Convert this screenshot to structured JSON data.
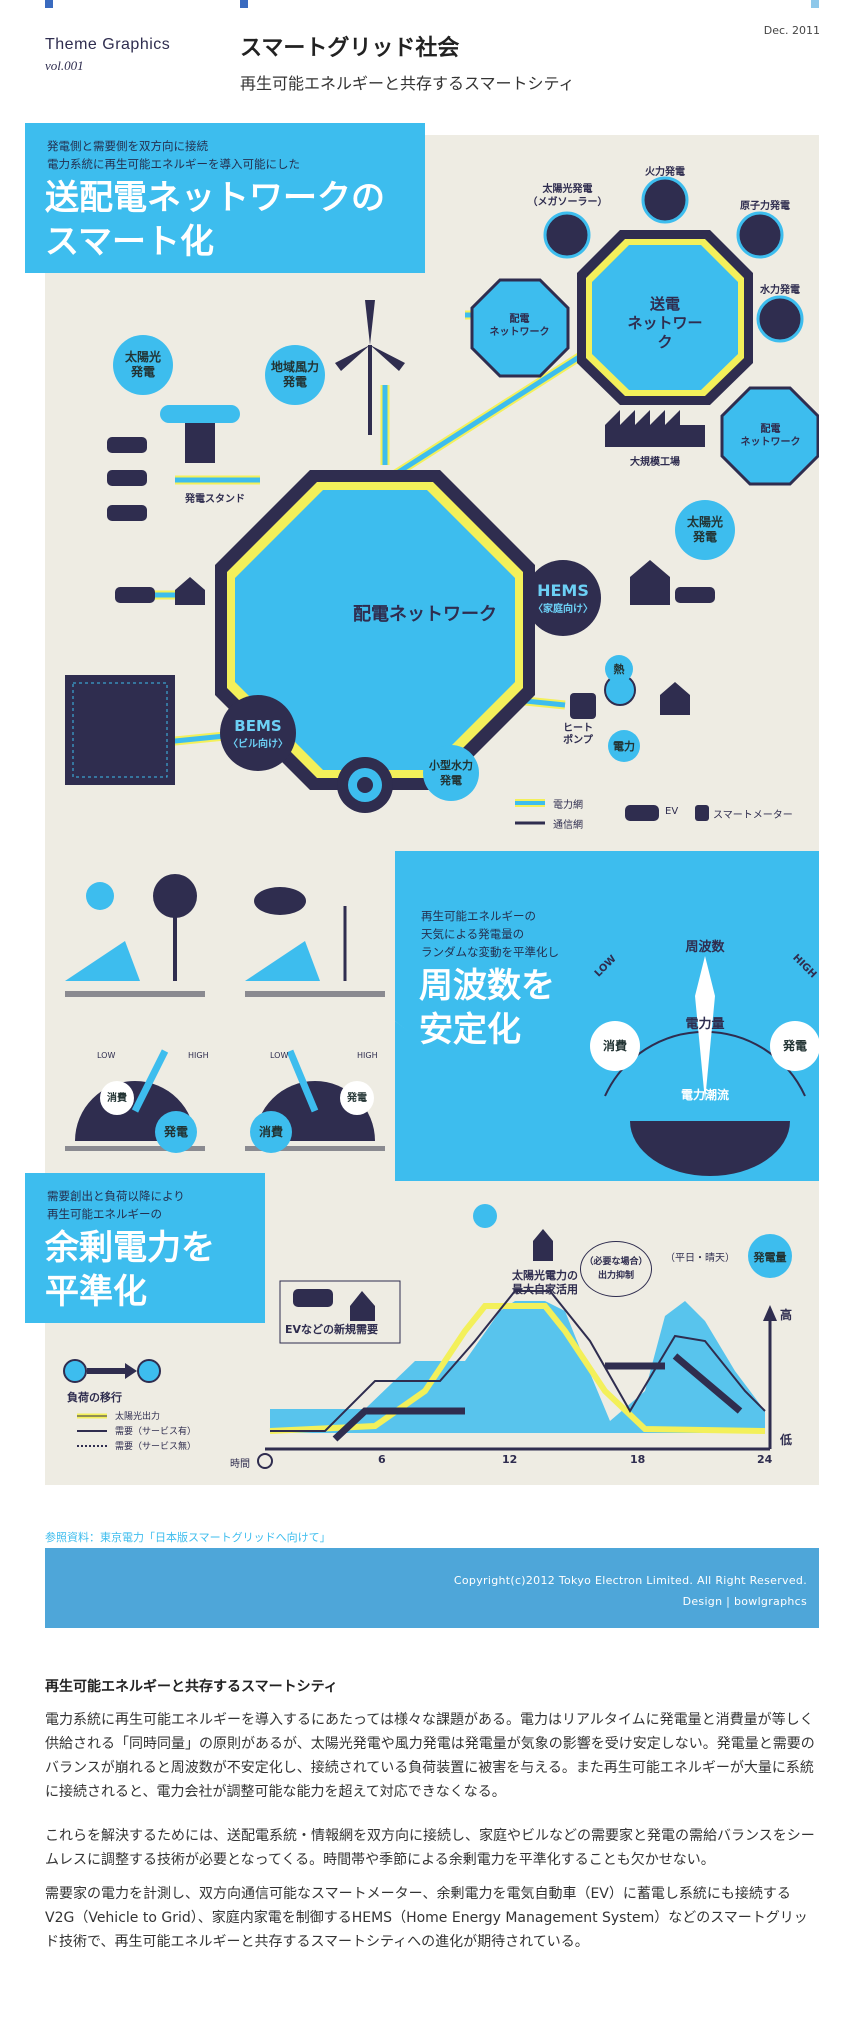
{
  "header": {
    "brand_title": "Theme Graphics",
    "brand_vol": "vol.001",
    "title": "スマートグリッド社会",
    "subtitle": "再生可能エネルギーと共存するスマートシティ",
    "date": "Dec. 2011"
  },
  "section1": {
    "intro_line1": "発電側と需要側を双方向に接続",
    "intro_line2": "電力系統に再生可能エネルギーを導入可能にした",
    "headline_line1": "送配電ネットワークの",
    "headline_line2": "スマート化",
    "transmission_net": "送電\nネットワーク",
    "distribution_net": "配電ネットワーク",
    "small_dist_net": "配電\nネットワーク",
    "solar_mega": "太陽光発電\n（メガソーラー）",
    "thermal": "火力発電",
    "nuclear": "原子力発電",
    "hydro": "水力発電",
    "factory": "大規模工場",
    "solar": "太陽光\n発電",
    "wind": "地域風力\n発電",
    "charging_station": "発電スタンド",
    "hems_title": "HEMS",
    "hems_sub": "〈家庭向け〉",
    "bems_title": "BEMS",
    "bems_sub": "〈ビル向け〉",
    "heat": "熱",
    "heat_pump": "ヒート\nポンプ",
    "power": "電力",
    "small_hydro": "小型水力\n発電",
    "legend_grid": "電力網",
    "legend_comm": "通信網",
    "legend_ev": "EV",
    "legend_meter": "スマートメーター"
  },
  "section2": {
    "intro_line1": "再生可能エネルギーの",
    "intro_line2": "天気による発電量の",
    "intro_line3": "ランダムな変動を平準化し",
    "headline_line1": "周波数を",
    "headline_line2": "安定化",
    "gauge_low": "LOW",
    "gauge_high": "HIGH",
    "frequency": "周波数",
    "power_amount": "電力量",
    "consume": "消費",
    "generate": "発電",
    "power_flow": "電力潮流"
  },
  "section3": {
    "intro_line1": "需要創出と負荷以降により",
    "intro_line2": "再生可能エネルギーの",
    "headline_line1": "余剰電力を",
    "headline_line2": "平準化",
    "load_shift": "負荷の移行",
    "legend_solar": "太陽光出力",
    "legend_demand_service": "需要（サービス有）",
    "legend_demand_noservice": "需要（サービス無）",
    "ev_demand": "EVなどの新規需要",
    "solar_max": "太陽光電力の\n最大自家活用",
    "suppression": "（必要な場合）\n出力抑制",
    "weekday_sunny": "（平日・晴天）",
    "generation": "発電量",
    "high": "高",
    "low": "低",
    "time": "時間",
    "ticks": [
      "6",
      "12",
      "18",
      "24"
    ]
  },
  "reference": "参照資料：東京電力「日本版スマートグリッドへ向けて」",
  "footer": {
    "copyright": "Copyright(c)2012 Tokyo Electron Limited. All Right Reserved.",
    "design": "Design | bowlgraphcs"
  },
  "article": {
    "title": "再生可能エネルギーと共存するスマートシティ",
    "p1": "電力系統に再生可能エネルギーを導入するにあたっては様々な課題がある。電力はリアルタイムに発電量と消費量が等しく供給される「同時同量」の原則があるが、太陽光発電や風力発電は発電量が気象の影響を受け安定しない。発電量と需要のバランスが崩れると周波数が不安定化し、接続されている負荷装置に被害を与える。また再生可能エネルギーが大量に系統に接続されると、電力会社が調整可能な能力を超えて対応できなくなる。",
    "p2": "これらを解決するためには、送配電系統・情報網を双方向に接続し、家庭やビルなどの需要家と発電の需給バランスをシームレスに調整する技術が必要となってくる。時間帯や季節による余剰電力を平準化することも欠かせない。",
    "p3": "需要家の電力を計測し、双方向通信可能なスマートメーター、余剰電力を電気自動車（EV）に蓄電し系統にも接続するV2G（Vehicle to Grid）、家庭内家電を制御するHEMS（Home Energy Management System）などのスマートグリッド技術で、再生可能エネルギーと共存するスマートシティへの進化が期待されている。"
  },
  "colors": {
    "cyan": "#3dbdee",
    "navy": "#2f2d4f",
    "yellow": "#f3f05a",
    "panel": "#eeece3"
  }
}
